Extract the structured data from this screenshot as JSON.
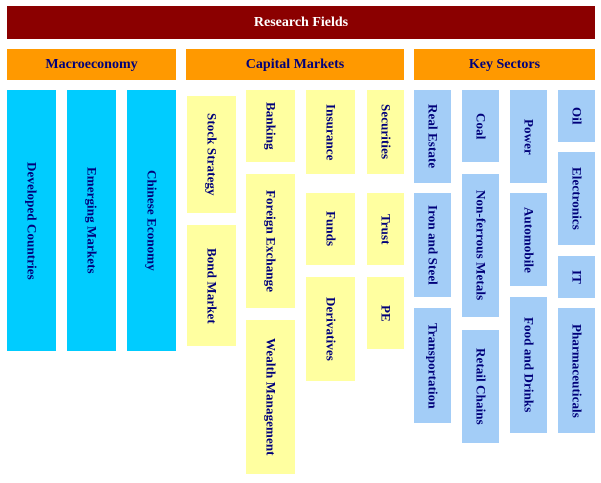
{
  "title": "Research Fields",
  "colors": {
    "banner": "#8b0000",
    "category": "#ff9900",
    "text": "#00007a",
    "macro_leaf": "#00ccff",
    "capital_leaf": "#ffffa0",
    "sector_leaf": "#a3cdf7"
  },
  "categories": {
    "macro": {
      "label": "Macroeconomy",
      "items": [
        "Developed Countries",
        "Emerging Markets",
        "Chinese Economy"
      ]
    },
    "capital": {
      "label": "Capital Markets",
      "items": [
        "Stock Strategy",
        "Bond Market",
        "Banking",
        "Foreign Exchange",
        "Wealth Management",
        "Insurance",
        "Funds",
        "Derivatives",
        "Securities",
        "Trust",
        "PE"
      ]
    },
    "sectors": {
      "label": "Key Sectors",
      "items": [
        "Real Estate",
        "Iron and Steel",
        "Transportation",
        "Coal",
        "Non-ferrous Metals",
        "Retail Chains",
        "Power",
        "Automobile",
        "Food and Drinks",
        "Oil",
        "Electronics",
        "IT",
        "Pharmaceuticals"
      ]
    }
  }
}
